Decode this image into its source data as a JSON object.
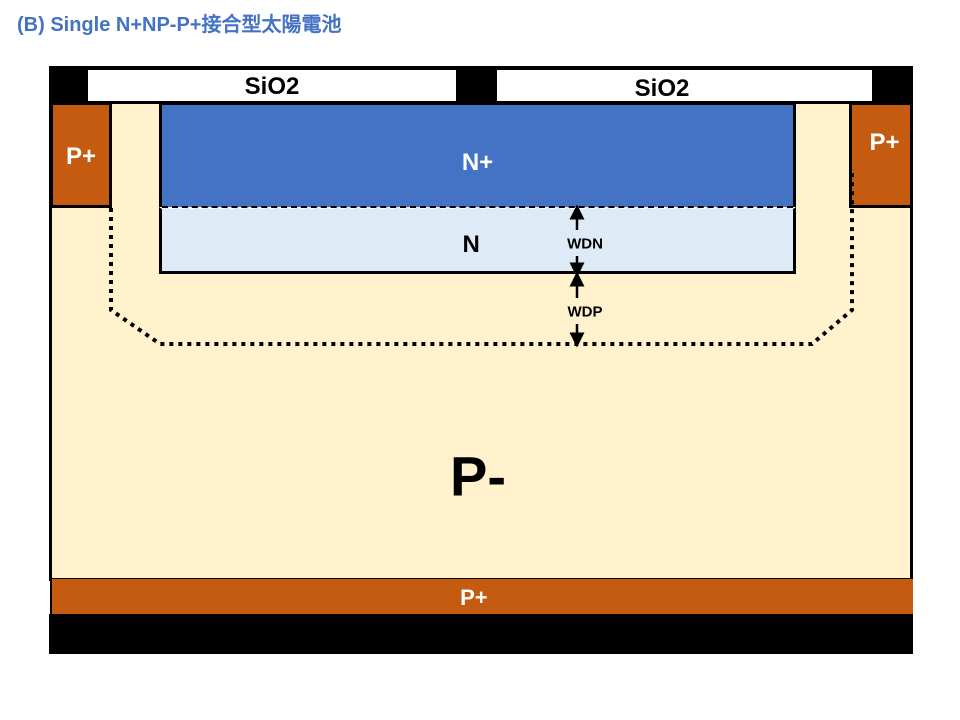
{
  "title": "(B)  Single N+NP-P+接合型太陽電池",
  "colors": {
    "title": "#4472C4",
    "n_plus": "#4472C4",
    "n": "#DEEBF7",
    "p_minus": "#FFF2CC",
    "p_plus": "#C55A11",
    "oxide": "#FFFFFF",
    "metal": "#000000"
  },
  "layers": {
    "sio2_left": "SiO2",
    "sio2_right": "SiO2",
    "p_plus_left": "P+",
    "p_plus_right": "P+",
    "n_plus": "N+",
    "n": "N",
    "p_minus": "P-",
    "p_plus_bottom": "P+"
  },
  "annotations": {
    "wdn": "WDN",
    "wdp": "WDP"
  }
}
